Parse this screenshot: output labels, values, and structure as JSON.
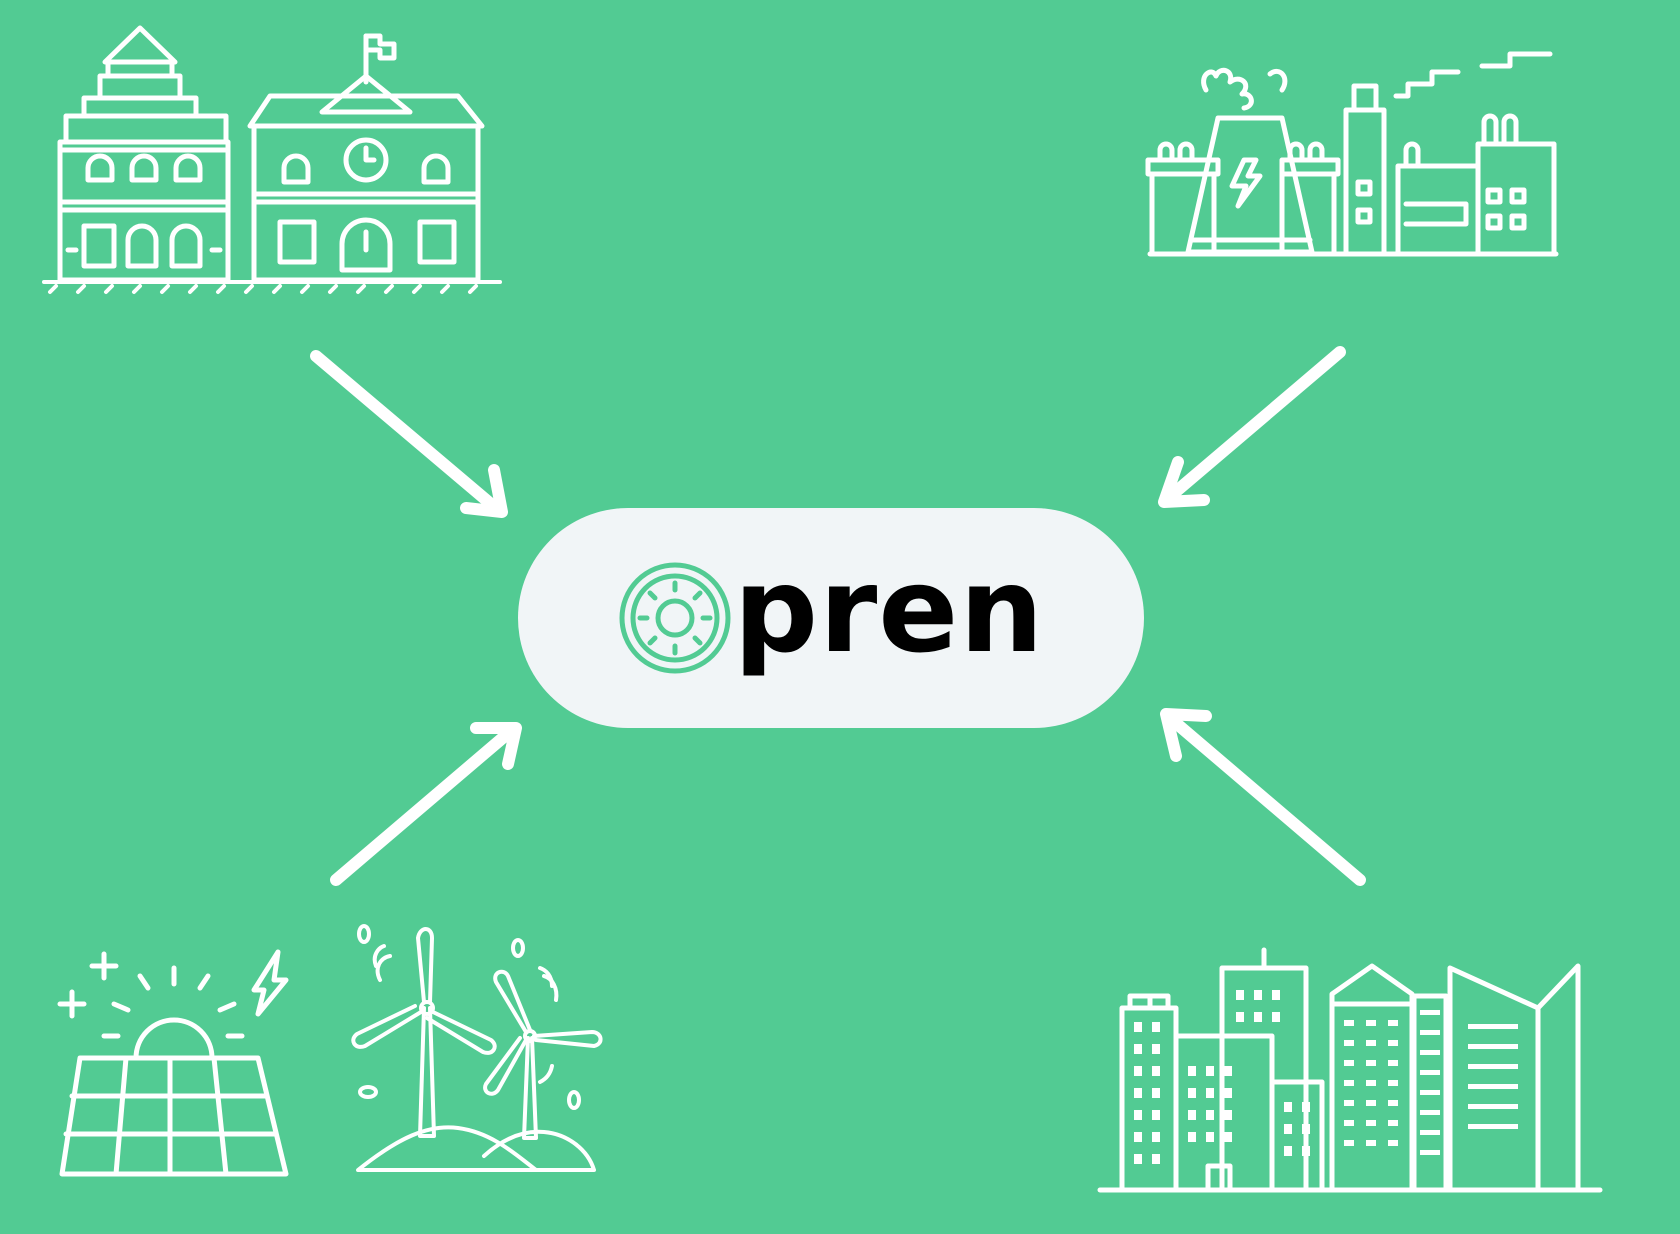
{
  "colors": {
    "background": "#52cb93",
    "pill_background": "#f1f5f7",
    "icon_stroke": "#ffffff",
    "logo_ring": "#52cb93",
    "logo_text": "#000000"
  },
  "center": {
    "brand_text": "pren",
    "brand_mark": "sun-ring-icon"
  },
  "nodes": [
    {
      "id": "top-left",
      "icon": "historic-buildings-icon"
    },
    {
      "id": "top-right",
      "icon": "power-plant-factory-icon"
    },
    {
      "id": "bottom-left",
      "icon": "solar-wind-energy-icon"
    },
    {
      "id": "bottom-right",
      "icon": "city-skyscrapers-icon"
    }
  ],
  "edges": [
    {
      "from": "top-left",
      "to": "center"
    },
    {
      "from": "top-right",
      "to": "center"
    },
    {
      "from": "bottom-left",
      "to": "center"
    },
    {
      "from": "bottom-right",
      "to": "center"
    }
  ]
}
